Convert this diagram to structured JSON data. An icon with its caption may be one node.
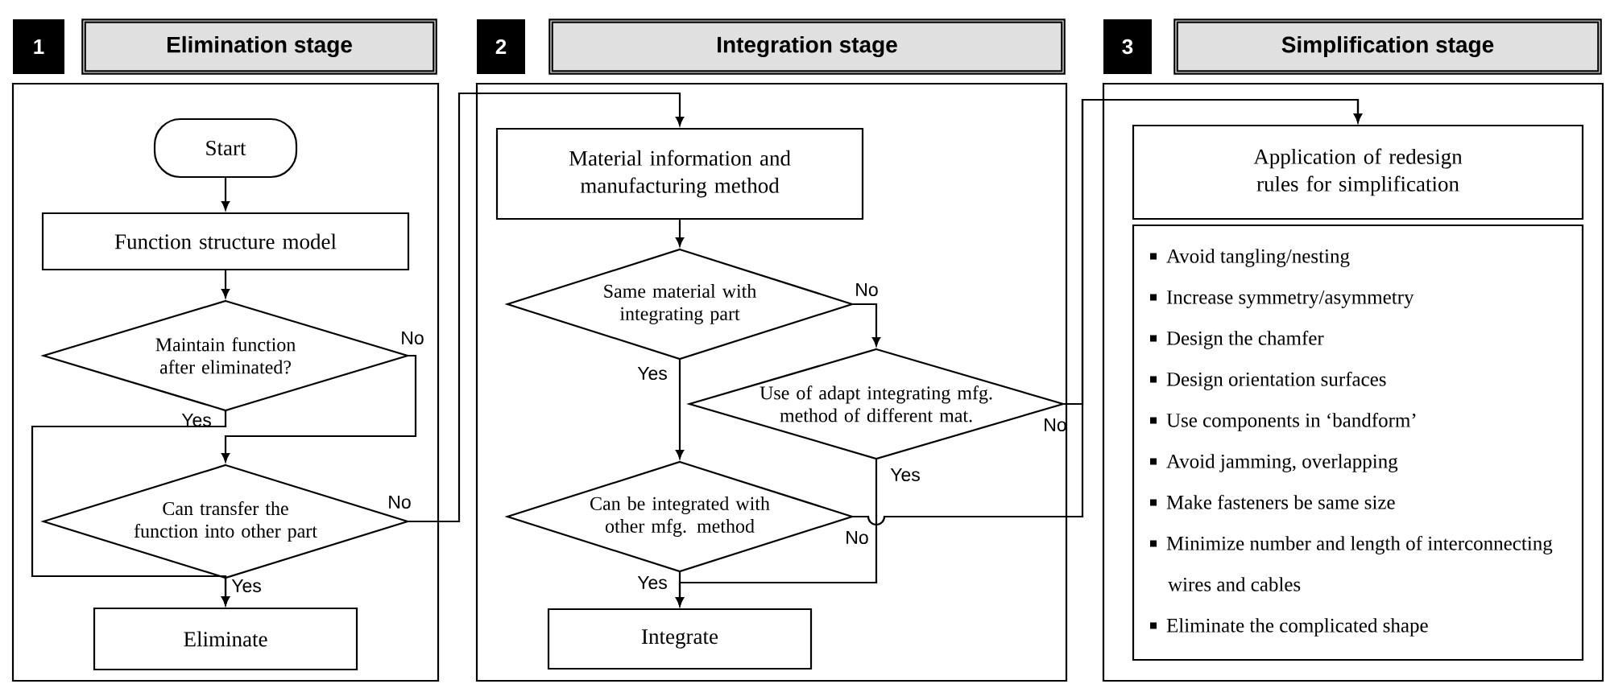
{
  "diagram": {
    "nodes": [
      {
        "text": [
          "1",
          "Elimination stage"
        ]
      },
      {
        "text": [
          "Start"
        ],
        "in": 0
      },
      {
        "text": [
          "Function structure model"
        ],
        "in": 0
      },
      {
        "text": [
          "Maintain function after eliminated?"
        ],
        "in": 0
      },
      {
        "text": [
          "Can transfer the function into other part"
        ],
        "in": 0
      },
      {
        "text": [
          "Eliminate"
        ],
        "in": 0
      },
      {
        "text": [
          "2",
          "Integration stage"
        ]
      },
      {
        "text": [
          "Material information and manufacturing method"
        ],
        "in": 6
      },
      {
        "text": [
          "Same material with integrating part"
        ],
        "in": 6
      },
      {
        "text": [
          "Use of adapt integrating mfg. method of different mat."
        ],
        "in": 6
      },
      {
        "text": [
          "Can be integrated with other mfg. method"
        ],
        "in": 6
      },
      {
        "text": [
          "Integrate"
        ],
        "in": 6
      },
      {
        "text": [
          "3",
          "Simplification stage"
        ]
      },
      {
        "text": [
          "Application of redesign rules for simplification"
        ],
        "in": 12
      },
      {
        "text": [
          "Avoid tangling/nesting",
          "Increase symmetry/asymmetry",
          "Design the chamfer",
          "Design orientation surfaces",
          "Use components in ‘bandform’",
          "Avoid jamming, overlapping",
          "Make fasteners be same size",
          "Minimize number and length of interconnecting wires and cables",
          "Eliminate the complicated shape"
        ],
        "in": 12
      }
    ],
    "edges": [
      {
        "from": 1,
        "to": 2,
        "arrow": "to"
      },
      {
        "from": 2,
        "to": 3,
        "arrow": "to"
      },
      {
        "from": 3,
        "to": 4,
        "arrow": "to",
        "label": "No"
      },
      {
        "from": 3,
        "to": 5,
        "arrow": "to",
        "label": "Yes"
      },
      {
        "from": 4,
        "to": 5,
        "arrow": "to",
        "label": "Yes"
      },
      {
        "from": 4,
        "to": 7,
        "arrow": "to",
        "label": "No"
      },
      {
        "from": 7,
        "to": 8,
        "arrow": "to"
      },
      {
        "from": 8,
        "to": 10,
        "arrow": "to",
        "label": "Yes"
      },
      {
        "from": 8,
        "to": 9,
        "arrow": "to",
        "label": "No"
      },
      {
        "from": 9,
        "to": 13,
        "arrow": "to",
        "label": "No"
      },
      {
        "from": 9,
        "to": 11,
        "arrow": "to",
        "label": "Yes"
      },
      {
        "from": 10,
        "to": 13,
        "arrow": "to",
        "label": "No"
      },
      {
        "from": 10,
        "to": 11,
        "arrow": "to",
        "label": "Yes"
      }
    ]
  }
}
